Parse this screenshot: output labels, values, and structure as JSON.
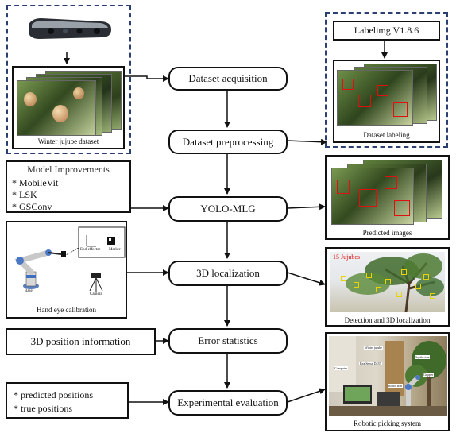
{
  "process_steps": {
    "dataset_acquisition": "Dataset acquisition",
    "dataset_preprocessing": "Dataset preprocessing",
    "yolo_mlg": "YOLO-MLG",
    "localization_3d": "3D localization",
    "error_statistics": "Error statistics",
    "experimental_evaluation": "Experimental evaluation"
  },
  "left_panels": {
    "winter_jujube_caption": "Winter jujube dataset",
    "model_improvements": {
      "title": "Model Improvements",
      "items": [
        "* MobileVit",
        "* LSK",
        "* GSConv"
      ]
    },
    "hand_eye": {
      "caption": "Hand eye calibration",
      "labels": {
        "end_effector": "End-effector",
        "marker": "Marker",
        "base": "Base",
        "camera": "Camera"
      }
    },
    "position_info": "3D position information",
    "evaluation_inputs": [
      "* predicted positions",
      "* true positions"
    ]
  },
  "right_panels": {
    "labelimg_title": "Labelimg V1.8.6",
    "dataset_labeling_caption": "Dataset labeling",
    "predicted_images_caption": "Predicted images",
    "localization_title": "15 Jujubes",
    "localization_caption": "Detection and  3D localization",
    "robotic_caption": "Robotic picking system",
    "robot_labels": {
      "winter_jujube": "Winter jujube",
      "realsense": "RealSense D435",
      "jujube_tree": "Jujube tree",
      "computer": "Computer",
      "robot_arm": "Robot arm",
      "gripper": "Gripper"
    }
  },
  "colors": {
    "dashed_border": "#2b3f73",
    "detection_box": "#e01010",
    "localization_box": "#e8d200",
    "localization_title": "#e01010"
  }
}
